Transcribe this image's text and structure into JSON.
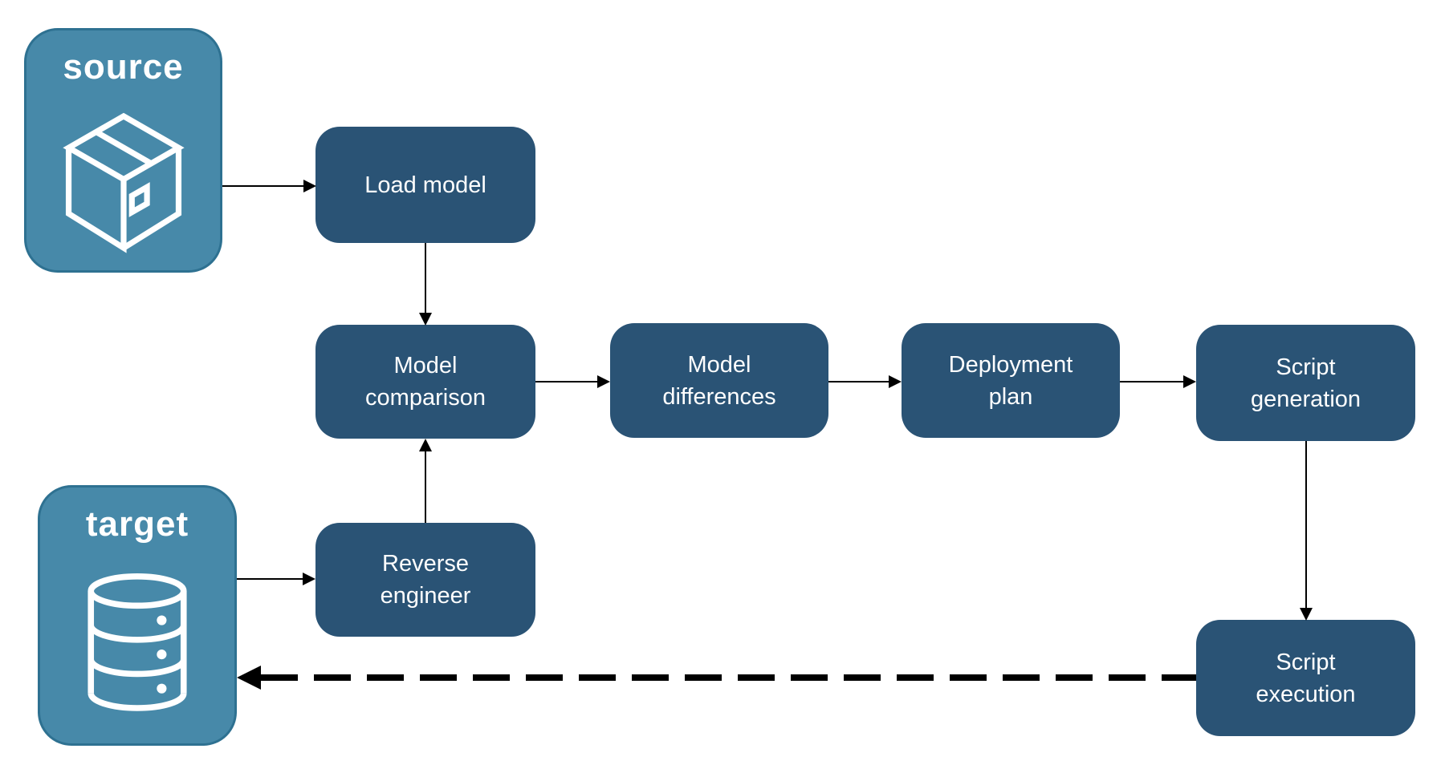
{
  "colors": {
    "node_fill": "#2A5375",
    "container_fill": "#4789A9",
    "container_border": "#2E7191",
    "text": "#FFFFFF",
    "arrow": "#000000",
    "background": "#FFFFFF"
  },
  "containers": {
    "source": {
      "label": "source",
      "icon": "package-icon"
    },
    "target": {
      "label": "target",
      "icon": "database-icon"
    }
  },
  "nodes": {
    "load_model": {
      "label": "Load model"
    },
    "model_comparison": {
      "label": "Model\ncomparison"
    },
    "model_differences": {
      "label": "Model\ndifferences"
    },
    "deployment_plan": {
      "label": "Deployment\nplan"
    },
    "script_generation": {
      "label": "Script\ngeneration"
    },
    "reverse_engineer": {
      "label": "Reverse\nengineer"
    },
    "script_execution": {
      "label": "Script\nexecution"
    }
  },
  "edges": [
    {
      "from": "source",
      "to": "load_model",
      "style": "solid",
      "direction": "right"
    },
    {
      "from": "load_model",
      "to": "model_comparison",
      "style": "solid",
      "direction": "down"
    },
    {
      "from": "model_comparison",
      "to": "model_differences",
      "style": "solid",
      "direction": "right"
    },
    {
      "from": "model_differences",
      "to": "deployment_plan",
      "style": "solid",
      "direction": "right"
    },
    {
      "from": "deployment_plan",
      "to": "script_generation",
      "style": "solid",
      "direction": "right"
    },
    {
      "from": "script_generation",
      "to": "script_execution",
      "style": "solid",
      "direction": "down"
    },
    {
      "from": "target",
      "to": "reverse_engineer",
      "style": "solid",
      "direction": "right"
    },
    {
      "from": "reverse_engineer",
      "to": "model_comparison",
      "style": "solid",
      "direction": "up"
    },
    {
      "from": "script_execution",
      "to": "target",
      "style": "dashed",
      "direction": "left"
    }
  ]
}
